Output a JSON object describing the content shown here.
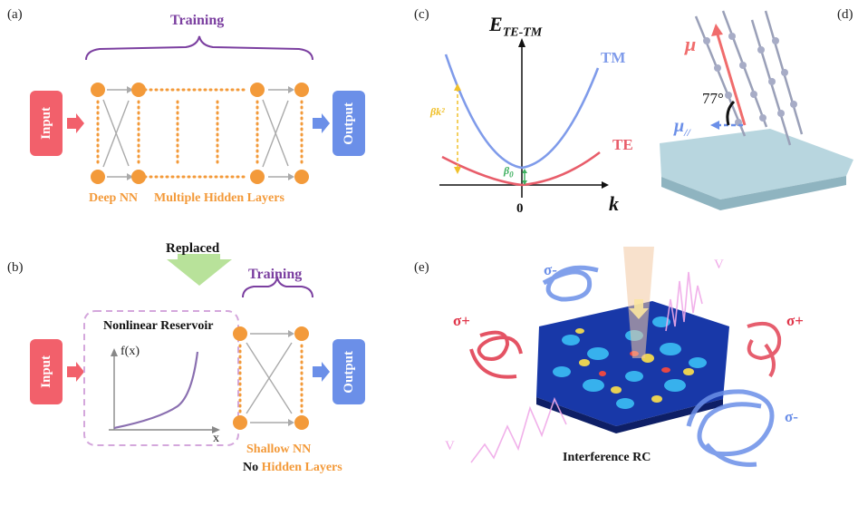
{
  "panel_a": {
    "label": "(a)",
    "training": "Training",
    "input": "Input",
    "output": "Output",
    "caption_1": "Deep NN",
    "caption_2": "Multiple Hidden Layers"
  },
  "replaced": "Replaced",
  "panel_b": {
    "label": "(b)",
    "training": "Training",
    "input": "Input",
    "output": "Output",
    "reservoir_title": "Nonlinear Reservoir",
    "fx": "f(x)",
    "x": "x",
    "caption_1": "Shallow NN",
    "caption_2_prefix": "No",
    "caption_2_suffix": "Hidden Layers"
  },
  "panel_c": {
    "label": "(c)",
    "y_axis": "E",
    "y_axis_sub": "TE-TM",
    "x_axis": "k",
    "origin": "0",
    "tm": "TM",
    "te": "TE",
    "beta_k2": "βk²",
    "beta0": "β",
    "beta0_sub": "0"
  },
  "panel_d": {
    "label": "(d)",
    "mu": "μ",
    "angle": "77°",
    "mu_par": "μ",
    "mu_par_sub": "//"
  },
  "panel_e": {
    "label": "(e)",
    "sigma_minus_top": "σ-",
    "sigma_plus_left": "σ+",
    "sigma_plus_right": "σ+",
    "sigma_minus_right": "σ-",
    "v_top": "V",
    "v_left": "V",
    "caption": "Interference RC"
  },
  "colors": {
    "input": "#f2606b",
    "output": "#6b8fe8",
    "node": "#f39a3a",
    "training": "#7b3fa0",
    "tm": "#7f9bea",
    "te": "#e85d6a",
    "annotation": "#f0c02a",
    "green": "#3fb060"
  }
}
